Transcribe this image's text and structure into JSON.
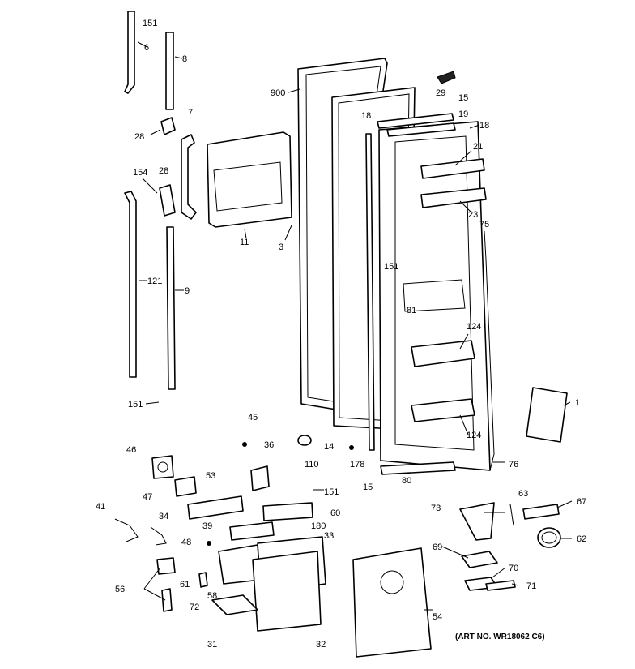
{
  "diagram": {
    "art_number": "(ART NO. WR18062 C6)",
    "labels": {
      "p151a": "151",
      "p6": "6",
      "p8": "8",
      "p7": "7",
      "p28a": "28",
      "p28b": "28",
      "p154": "154",
      "p121": "121",
      "p9": "9",
      "p151b": "151",
      "p11": "11",
      "p3": "3",
      "p900": "900",
      "p18a": "18",
      "p15a": "15",
      "p19": "19",
      "p18b": "18",
      "p29": "29",
      "p21": "21",
      "p23": "23",
      "p75": "75",
      "p151c": "151",
      "p81": "81",
      "p124a": "124",
      "p124b": "124",
      "p1": "1",
      "p14": "14",
      "p110": "110",
      "p178": "178",
      "p76": "76",
      "p80": "80",
      "p15b": "15",
      "p45": "45",
      "p36": "36",
      "p46": "46",
      "p47": "47",
      "p53": "53",
      "p151d": "151",
      "p60": "60",
      "p41": "41",
      "p34": "34",
      "p39": "39",
      "p180": "180",
      "p48": "48",
      "p33": "33",
      "p56": "56",
      "p61": "61",
      "p72": "72",
      "p58": "58",
      "p31": "31",
      "p32": "32",
      "p54": "54",
      "p73": "73",
      "p63": "63",
      "p67": "67",
      "p62": "62",
      "p69": "69",
      "p70": "70",
      "p71": "71"
    }
  }
}
